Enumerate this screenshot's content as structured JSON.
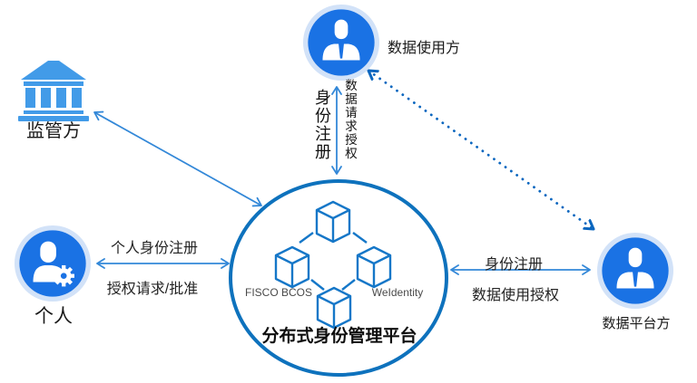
{
  "nodes": {
    "regulator": {
      "label": "监管方",
      "icon": "bank-icon"
    },
    "data_user": {
      "label": "数据使用方",
      "icon": "person-icon"
    },
    "individual": {
      "label": "个人",
      "icon": "person-gear-icon"
    },
    "data_platform": {
      "label": "数据平台方",
      "icon": "person-icon"
    },
    "platform": {
      "title": "分布式身份管理平台",
      "tech_left": "FISCO BCOS",
      "tech_right": "WeIdentity"
    }
  },
  "edges": {
    "individual_platform": {
      "label_top": "个人身份注册",
      "label_bottom": "授权请求/批准",
      "style": "solid-double-arrow"
    },
    "datauser_platform": {
      "label_left": "身份注册",
      "label_right": "数据请求授权",
      "style": "solid-double-arrow"
    },
    "platform_dataplatform": {
      "label_top": "身份注册",
      "label_bottom": "数据使用授权",
      "style": "solid-double-arrow"
    },
    "regulator_platform": {
      "style": "solid-double-arrow"
    },
    "datauser_dataplatform": {
      "style": "dotted-double-arrow"
    }
  },
  "colors": {
    "icon_blue": "#1a72e4",
    "icon_halo": "#d2e2f8",
    "bank_blue": "#429be8",
    "circle_stroke": "#0e72bd",
    "cube_blue": "#1577c8",
    "arrow_blue": "#3388d8",
    "dotted_arrow_blue": "#0a66bf",
    "text_dark": "#1a1a1a",
    "tech_text": "#4a4a4a"
  }
}
